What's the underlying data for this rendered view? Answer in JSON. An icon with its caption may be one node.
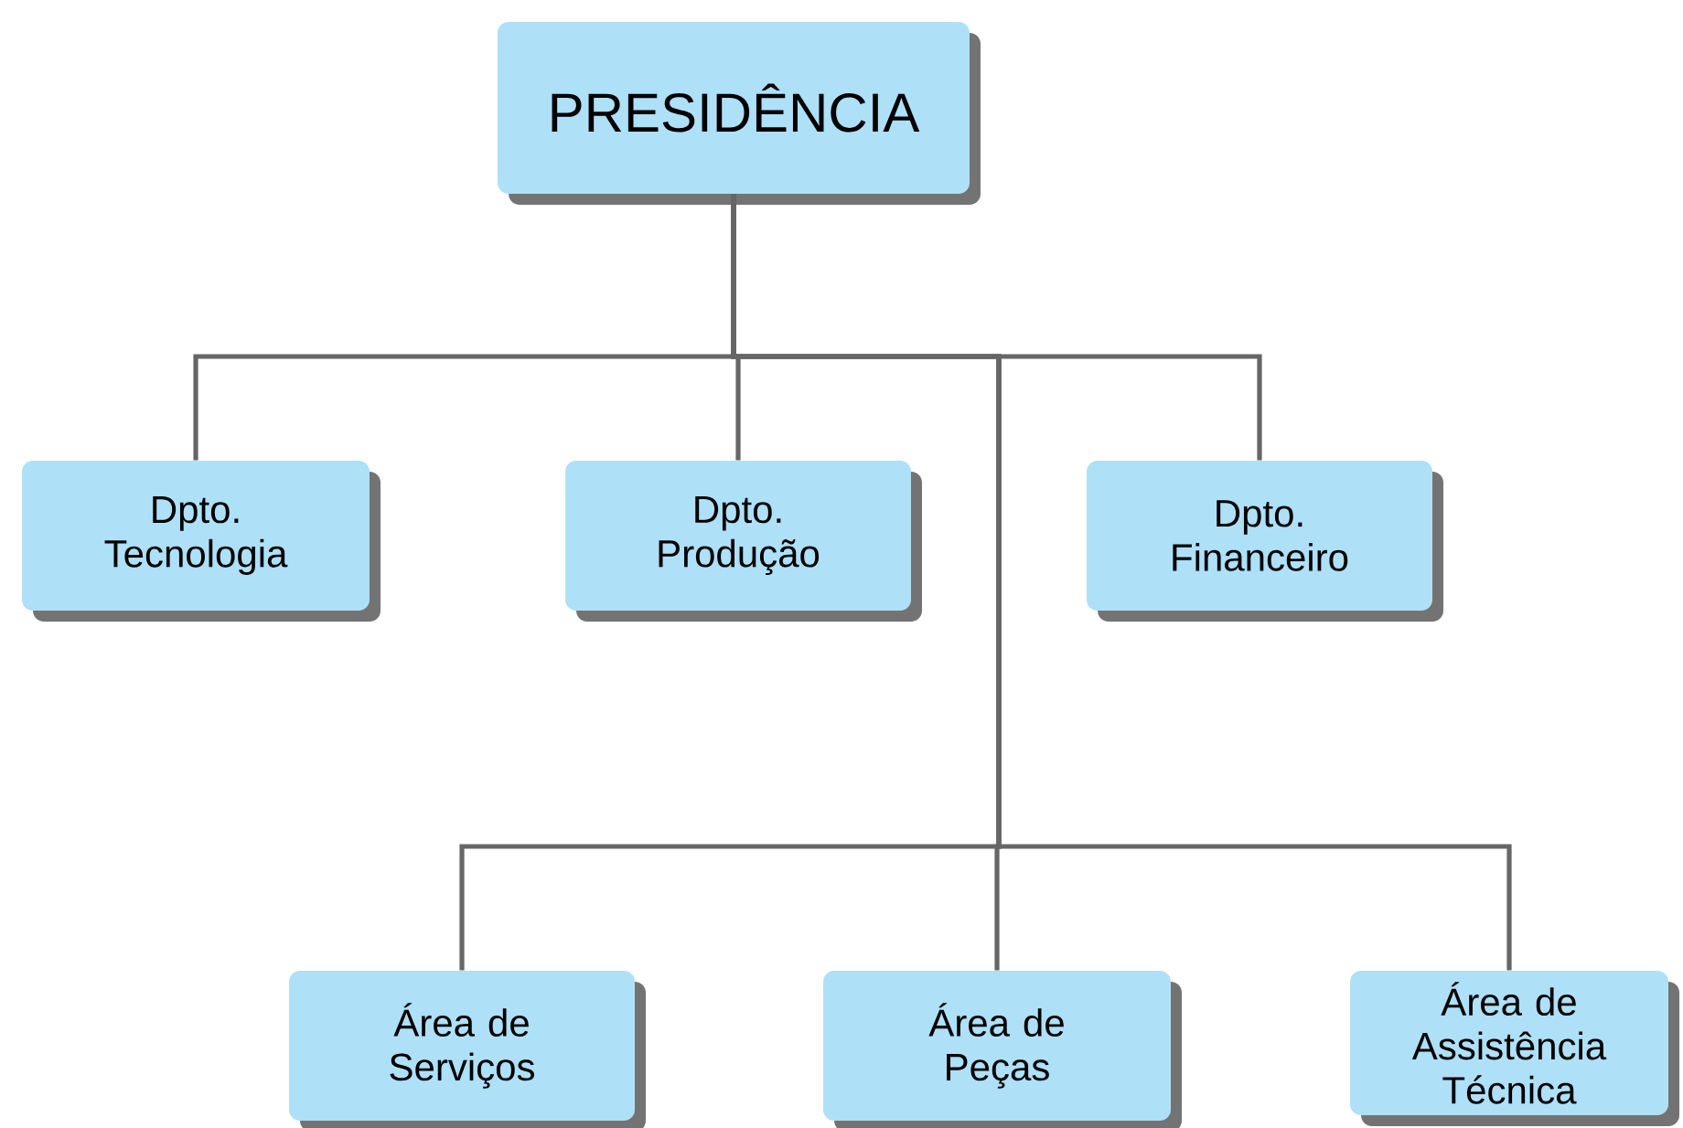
{
  "diagram": {
    "nodes": [
      {
        "text": [
          "PRESIDÊNCIA"
        ]
      },
      {
        "text": [
          "Dpto. Tecnologia"
        ]
      },
      {
        "text": [
          "Dpto. Produção"
        ]
      },
      {
        "text": [
          "Dpto. Financeiro"
        ]
      },
      {
        "text": [
          "Área de Serviços"
        ]
      },
      {
        "text": [
          "Área de Peças"
        ]
      },
      {
        "text": [
          "Área de Assistência Técnica"
        ]
      }
    ],
    "edges": [
      {
        "from": 0,
        "to": 1,
        "arrow": "none"
      },
      {
        "from": 0,
        "to": 2,
        "arrow": "none"
      },
      {
        "from": 0,
        "to": 3,
        "arrow": "none"
      },
      {
        "from": 0,
        "to": 4,
        "arrow": "none"
      },
      {
        "from": 0,
        "to": 5,
        "arrow": "none"
      },
      {
        "from": 0,
        "to": 6,
        "arrow": "none"
      }
    ]
  }
}
